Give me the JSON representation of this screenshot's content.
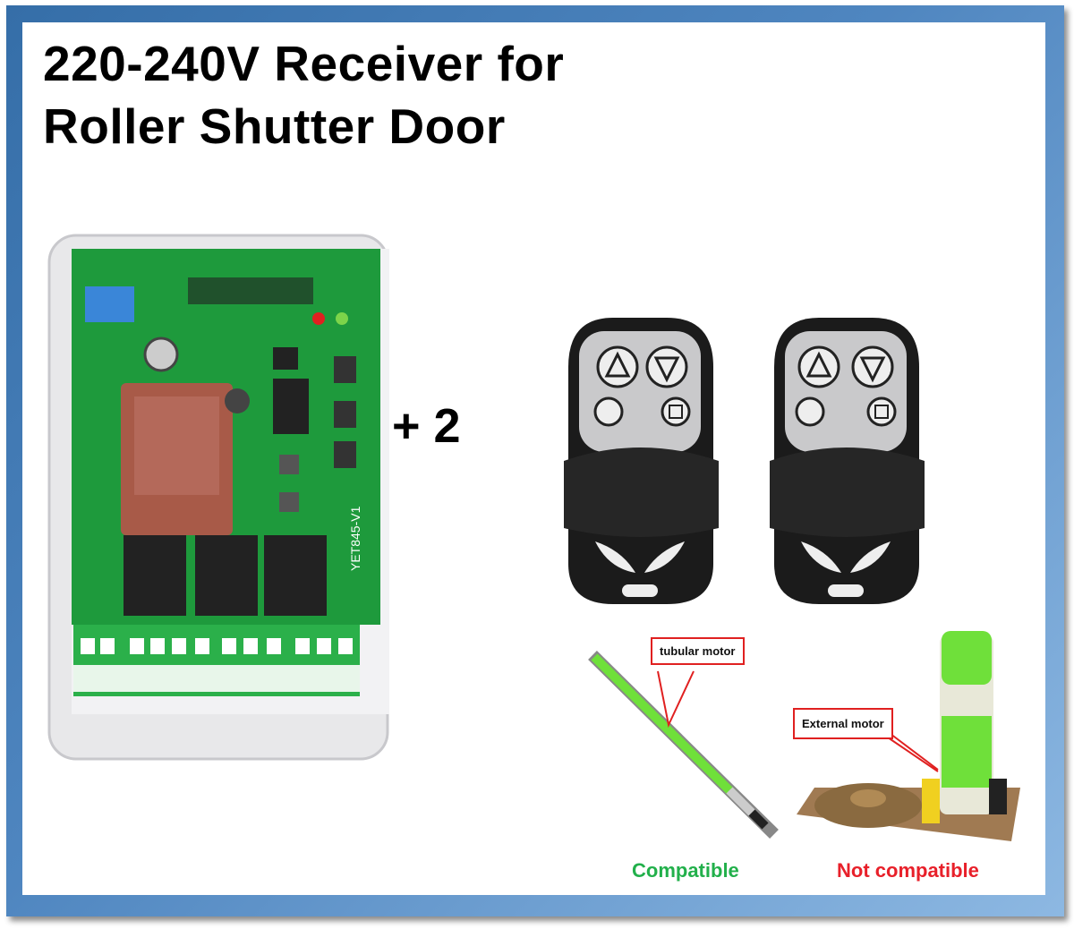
{
  "title": {
    "line1": "220-240V Receiver for",
    "line2": "Roller Shutter Door"
  },
  "quantity_text": "+ 2",
  "receiver": {
    "board_text": "YET845-V1",
    "image": "receiver-board-photo"
  },
  "remotes": {
    "count": 2,
    "buttons": [
      "up-arrow",
      "down-arrow",
      "stop-circle",
      "square"
    ]
  },
  "motors": {
    "tubular": {
      "callout": "tubular motor",
      "verdict": "Compatible",
      "verdict_color": "#22b04b"
    },
    "external": {
      "callout": "External motor",
      "verdict": "Not compatible",
      "verdict_color": "#e8202a"
    }
  },
  "colors": {
    "frame": "#4f86c0",
    "pcb": "#1e9a3c",
    "motor": "#6fe03a"
  }
}
